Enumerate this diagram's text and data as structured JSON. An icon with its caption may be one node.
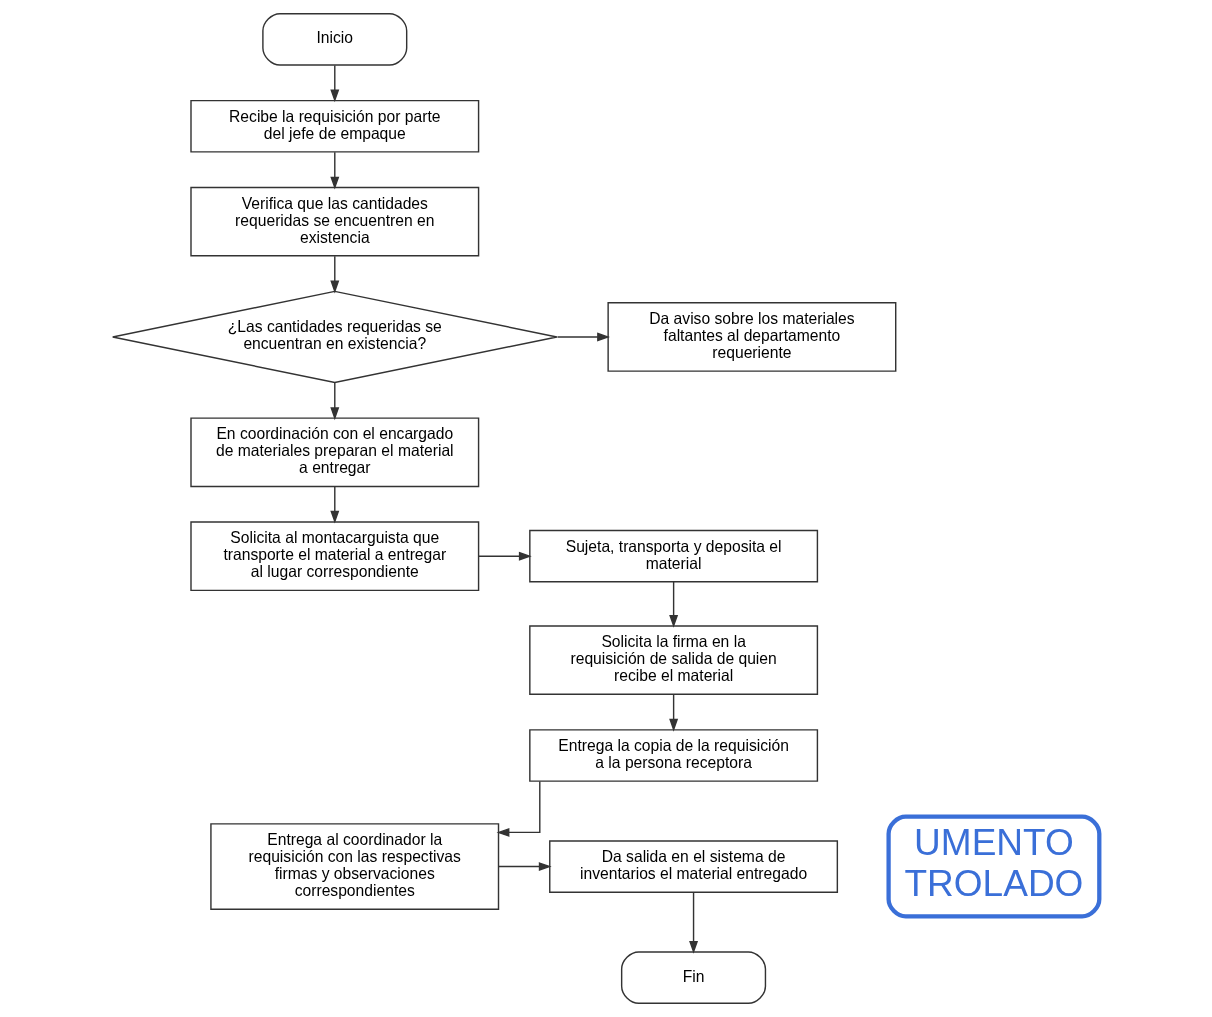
{
  "diagram": {
    "nodes": [
      {
        "text": [
          "Inicio"
        ]
      },
      {
        "text": [
          "Recibe la requisición por parte del jefe de empaque"
        ]
      },
      {
        "text": [
          "Verifica que las cantidades requeridas se encuentren en existencia"
        ]
      },
      {
        "text": [
          "¿Las cantidades requeridas se encuentran en existencia?"
        ]
      },
      {
        "text": [
          "Da aviso sobre los materiales faltantes al departamento requeriente"
        ]
      },
      {
        "text": [
          "En coordinación con el encargado de materiales preparan el material a entregar"
        ]
      },
      {
        "text": [
          "Solicita al montacarguista que transporte el material a entregar al lugar correspondiente"
        ]
      },
      {
        "text": [
          "Sujeta, transporta y deposita el material"
        ]
      },
      {
        "text": [
          "Solicita la firma en la requisición de salida de quien recibe el material"
        ]
      },
      {
        "text": [
          "Entrega la copia de la requisición a la persona receptora"
        ]
      },
      {
        "text": [
          "Entrega al coordinador la requisición con las respectivas firmas y observaciones correspondientes"
        ]
      },
      {
        "text": [
          "Da salida en el sistema de inventarios el material entregado"
        ]
      },
      {
        "text": [
          "Fin"
        ]
      }
    ],
    "edges": [
      {
        "from": 0,
        "to": 1,
        "arrow": "to"
      },
      {
        "from": 1,
        "to": 2,
        "arrow": "to"
      },
      {
        "from": 2,
        "to": 3,
        "arrow": "to"
      },
      {
        "from": 3,
        "to": 4,
        "arrow": "to"
      },
      {
        "from": 3,
        "to": 5,
        "arrow": "to"
      },
      {
        "from": 5,
        "to": 6,
        "arrow": "to"
      },
      {
        "from": 6,
        "to": 7,
        "arrow": "to"
      },
      {
        "from": 7,
        "to": 8,
        "arrow": "to"
      },
      {
        "from": 8,
        "to": 9,
        "arrow": "to"
      },
      {
        "from": 9,
        "to": 10,
        "arrow": "to"
      },
      {
        "from": 10,
        "to": 11,
        "arrow": "to"
      },
      {
        "from": 11,
        "to": 12,
        "arrow": "to"
      }
    ],
    "labels": [
      "UMENTO TROLADO"
    ]
  }
}
